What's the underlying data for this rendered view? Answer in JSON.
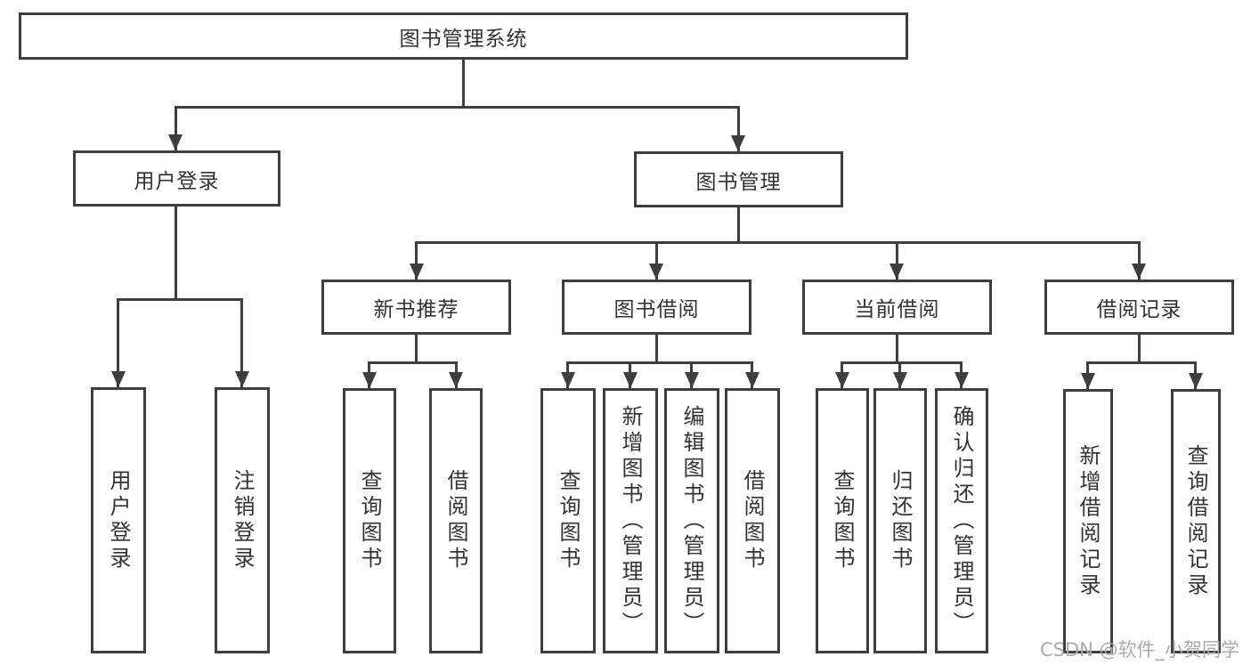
{
  "tree": {
    "root": "图书管理系统",
    "children": [
      {
        "label": "用户登录",
        "children": [
          {
            "label": "用户登录"
          },
          {
            "label": "注销登录"
          }
        ]
      },
      {
        "label": "图书管理",
        "children": [
          {
            "label": "新书推荐",
            "children": [
              {
                "label": "查询图书"
              },
              {
                "label": "借阅图书"
              }
            ]
          },
          {
            "label": "图书借阅",
            "children": [
              {
                "label": "查询图书"
              },
              {
                "label": "新增图书（管理员）"
              },
              {
                "label": "编辑图书（管理员）"
              },
              {
                "label": "借阅图书"
              }
            ]
          },
          {
            "label": "当前借阅",
            "children": [
              {
                "label": "查询图书"
              },
              {
                "label": "归还图书"
              },
              {
                "label": "确认归还（管理员）"
              }
            ]
          },
          {
            "label": "借阅记录",
            "children": [
              {
                "label": "新增借阅记录"
              },
              {
                "label": "查询借阅记录"
              }
            ]
          }
        ]
      }
    ]
  },
  "watermark": {
    "text": "CSDN @软件_小贺同学"
  },
  "colors": {
    "line": "#3e3e3e",
    "text": "#333333",
    "watermark": "#aaaaaa",
    "background": "#ffffff"
  }
}
